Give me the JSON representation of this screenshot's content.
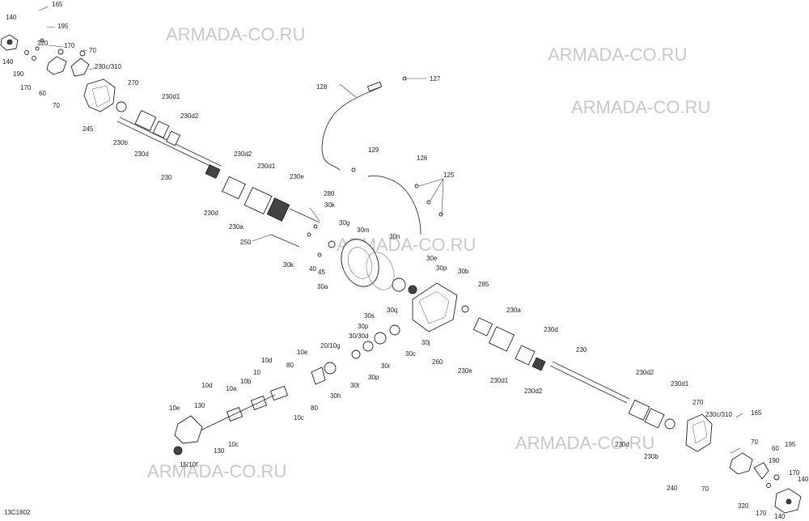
{
  "diagram_code": "13C1802",
  "watermarks": [
    "ARMADA-CO.RU",
    "ARMADA-CO.RU",
    "ARMADA-CO.RU",
    "ARMADA-CO.RU",
    "ARMADA-CO.RU",
    "ARMADA-CO.RU"
  ],
  "labels": [
    "165",
    "140",
    "195",
    "320",
    "170",
    "70",
    "140",
    "230c/310",
    "190",
    "170",
    "60",
    "70",
    "270",
    "230d1",
    "245",
    "230d2",
    "230b",
    "230d",
    "230",
    "230d2",
    "230d1",
    "230e",
    "280",
    "30k",
    "30g",
    "230d",
    "230a",
    "250",
    "128",
    "127",
    "129",
    "126",
    "125",
    "30m",
    "30n",
    "30k",
    "40",
    "45",
    "30a",
    "30e",
    "30p",
    "30b",
    "285",
    "30s",
    "30q",
    "30p",
    "30/30d",
    "20/10g",
    "30r",
    "30p",
    "30t",
    "30c",
    "30j",
    "260",
    "10d",
    "10e",
    "80",
    "10",
    "30h",
    "10b",
    "10d",
    "10a",
    "80",
    "10c",
    "10e",
    "130",
    "130",
    "10c",
    "15/10f",
    "230a",
    "230d",
    "230",
    "230e",
    "230d1",
    "230d2",
    "230d2",
    "230d1",
    "270",
    "230c/310",
    "165",
    "230d",
    "230b",
    "240",
    "70",
    "60",
    "195",
    "190",
    "70",
    "170",
    "320",
    "170",
    "140",
    "140"
  ]
}
